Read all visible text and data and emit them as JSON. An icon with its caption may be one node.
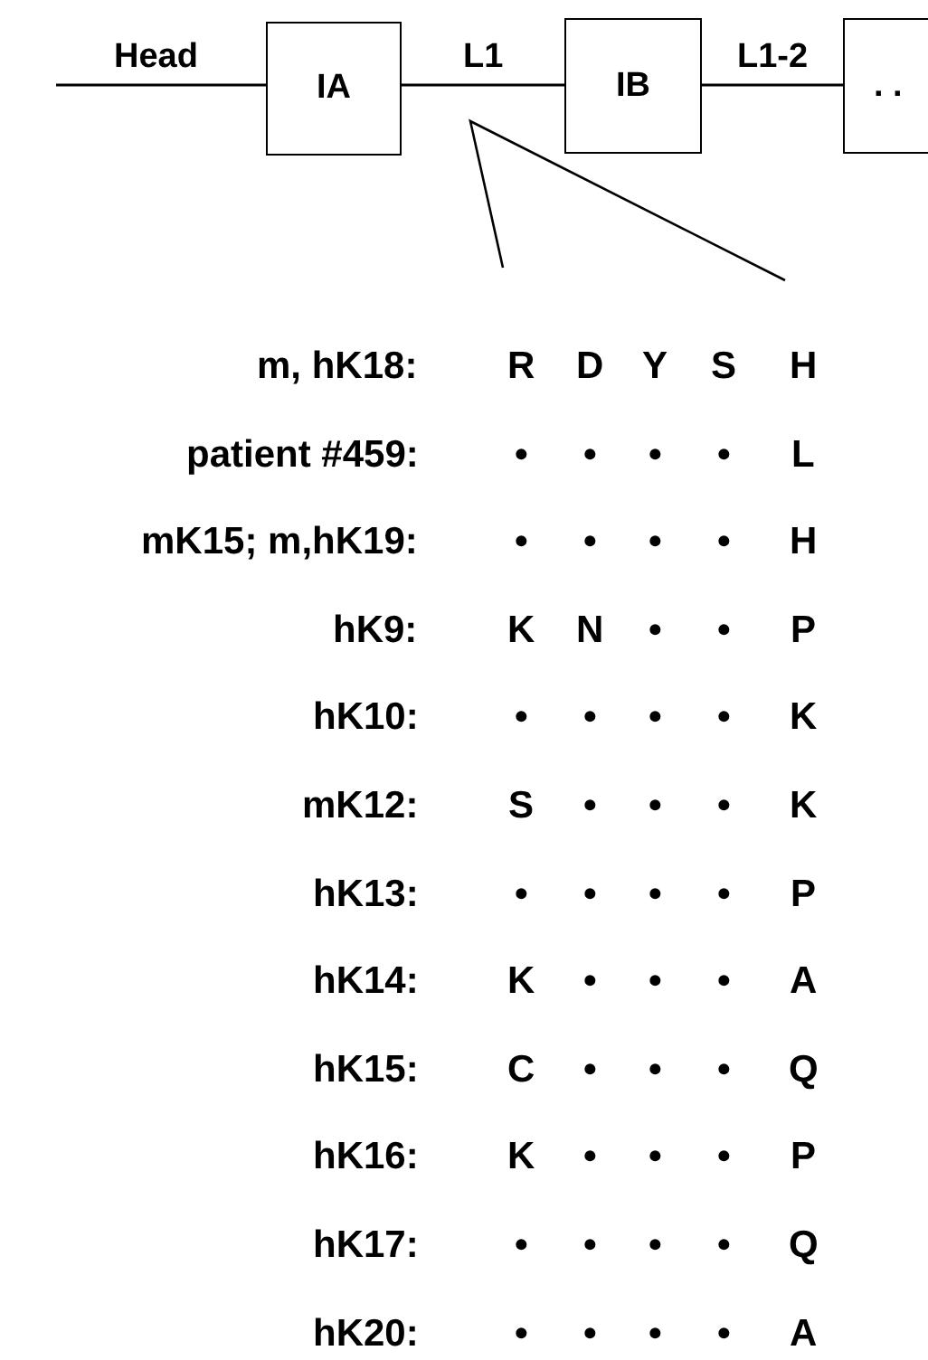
{
  "diagram": {
    "nodes": [
      {
        "text": [
          "IA"
        ]
      },
      {
        "text": [
          "IB"
        ]
      },
      {
        "text": [
          ". ."
        ]
      }
    ],
    "edges": [
      {
        "from": null,
        "to": 0,
        "arrow": "none",
        "label": "Head"
      },
      {
        "from": 0,
        "to": 1,
        "arrow": "none",
        "label": "L1"
      },
      {
        "from": 1,
        "to": 2,
        "arrow": "none",
        "label": "L1-2"
      }
    ],
    "labels": [
      "m, hK18:",
      "R",
      "D",
      "Y",
      "S",
      "H",
      "patient #459:",
      "•",
      "•",
      "•",
      "•",
      "L",
      "mK15; m,hK19:",
      "•",
      "•",
      "•",
      "•",
      "H",
      "hK9:",
      "K",
      "N",
      "•",
      "•",
      "P",
      "hK10:",
      "•",
      "•",
      "•",
      "•",
      "K",
      "mK12:",
      "S",
      "•",
      "•",
      "•",
      "K",
      "hK13:",
      "•",
      "•",
      "•",
      "•",
      "P",
      "hK14:",
      "K",
      "•",
      "•",
      "•",
      "A",
      "hK15:",
      "C",
      "•",
      "•",
      "•",
      "Q",
      "hK16:",
      "K",
      "•",
      "•",
      "•",
      "P",
      "hK17:",
      "•",
      "•",
      "•",
      "•",
      "Q",
      "hK20:",
      "•",
      "•",
      "•",
      "•",
      "A"
    ]
  }
}
